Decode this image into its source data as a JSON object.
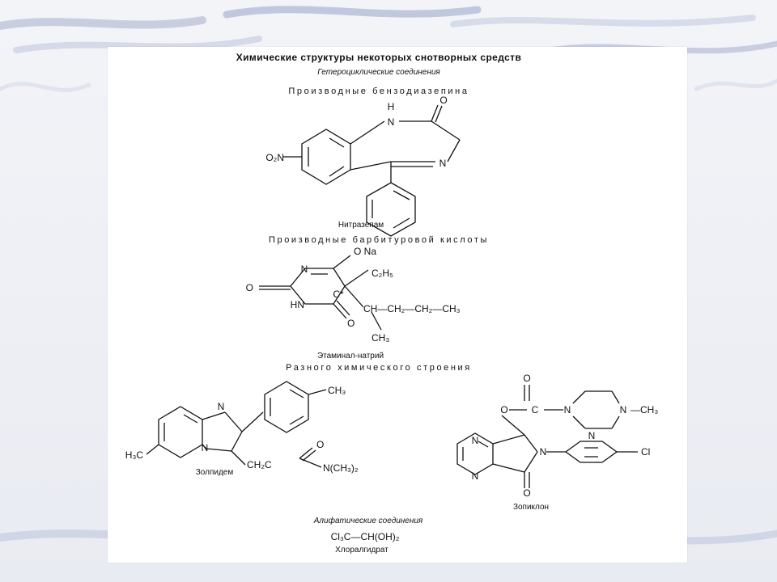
{
  "figure": {
    "title": "Химические структуры некоторых снотворных средств",
    "heterocyclic_heading": "Гетероциклические соединения",
    "benzodiazepine_heading": "Производные бензодиазепина",
    "barbiturate_heading": "Производные барбитуровой кислоты",
    "various_heading": "Разного химического строения",
    "aliphatic_heading": "Алифатические соединения"
  },
  "compounds": {
    "nitrazepam": {
      "name": "Нитразепам",
      "atoms": {
        "nh_h": "H",
        "nh_n": "N",
        "carbonyl_o": "O",
        "nitro": "O₂N",
        "ring_n": "N"
      }
    },
    "etaminal": {
      "name": "Этаминал-натрий",
      "atoms": {
        "ona": "O Na",
        "ring_n_top": "N",
        "ethyl": "C₂H₅",
        "o_left": "O",
        "c_star": "C*",
        "hn": "HN",
        "o_bottom": "O",
        "chain": "CH—CH₂—CH₂—CH₃",
        "methyl": "CH₃"
      }
    },
    "zolpidem": {
      "name": "Золпидем",
      "atoms": {
        "top_methyl": "CH₃",
        "ring_n_top": "N",
        "ring_n_bottom": "N",
        "left_methyl": "H₃C",
        "side_chain": "CH₂C",
        "carbonyl_o": "O",
        "amide": "N(CH₃)₂"
      }
    },
    "zopiclone": {
      "name": "Зопиклон",
      "atoms": {
        "carbonyl_o_top": "O",
        "ester_o": "O",
        "ester_c": "C",
        "pip_n1": "N",
        "pip_n2": "N",
        "pip_methyl": "—CH₃",
        "pyrazine_n_top": "N",
        "pyrazine_n_bottom": "N",
        "lactam_n": "N",
        "pyridine_n": "N",
        "chloro": "Cl",
        "lactam_o": "O"
      }
    },
    "chloral": {
      "formula": "Cl₃C—CH(OH)₂",
      "name": "Хлоралгидрат"
    }
  }
}
